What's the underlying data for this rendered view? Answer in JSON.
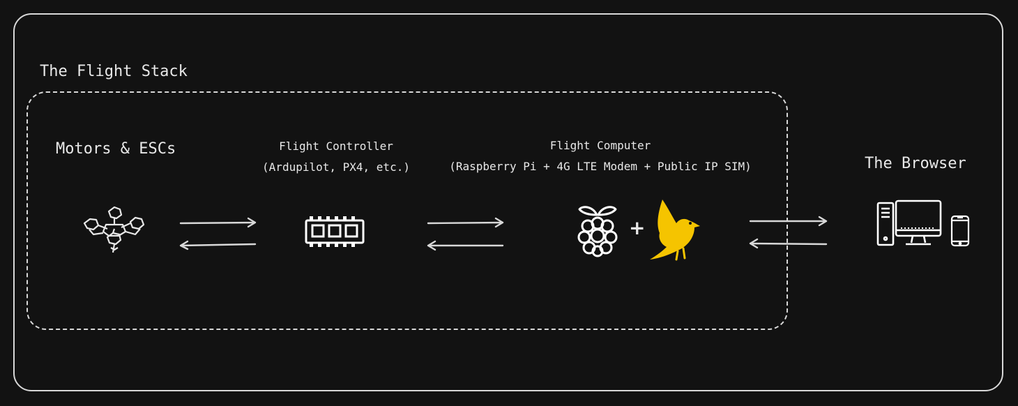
{
  "stack": {
    "title": "The Flight Stack"
  },
  "nodes": {
    "motors": {
      "title": "Motors & ESCs",
      "icon": "drone-frame-icon"
    },
    "flight_controller": {
      "title": "Flight Controller",
      "subtitle": "(Ardupilot, PX4, etc.)",
      "icon": "chip-board-icon"
    },
    "flight_computer": {
      "title": "Flight Computer",
      "subtitle": "(Raspberry Pi + 4G LTE Modem + Public IP SIM)",
      "plus": "+",
      "icons": [
        "raspberry-pi-icon",
        "canary-bird-icon"
      ]
    },
    "browser": {
      "title": "The Browser",
      "icons": [
        "desktop-computer-icon",
        "mobile-phone-icon"
      ]
    }
  },
  "colors": {
    "background": "#121212",
    "stroke": "#d8d8d8",
    "bird": "#f5c400"
  }
}
